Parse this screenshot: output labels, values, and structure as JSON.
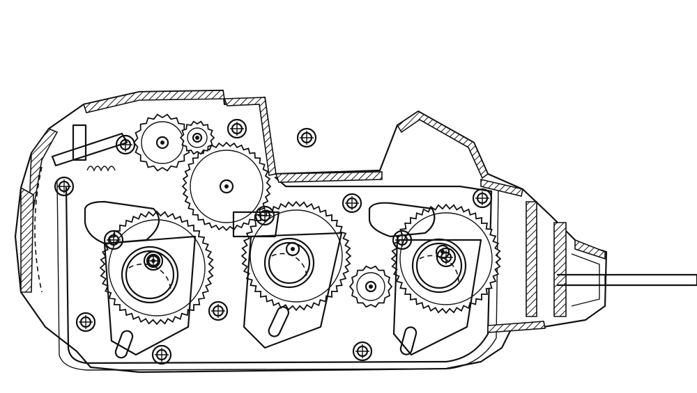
{
  "drawing": {
    "line_color": "#111111",
    "background": "#ffffff",
    "gears": {
      "large": [
        {
          "id": "cam-gear-left",
          "teeth": 44
        },
        {
          "id": "cam-gear-center",
          "teeth": 44
        },
        {
          "id": "cam-gear-right",
          "teeth": 44
        }
      ],
      "intermediate": {
        "id": "intermediate-gear",
        "teeth": 36
      },
      "small": [
        {
          "id": "small-gear-a",
          "teeth": 18
        },
        {
          "id": "small-gear-b",
          "teeth": 14
        },
        {
          "id": "small-gear-c",
          "teeth": 14
        }
      ]
    },
    "bolt_count": 15
  }
}
